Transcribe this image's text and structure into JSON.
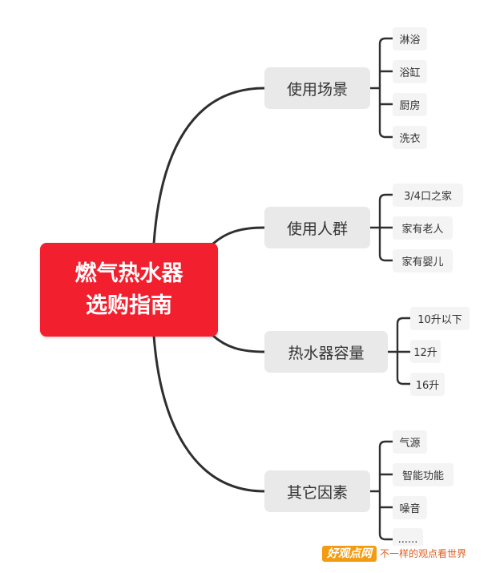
{
  "central": {
    "line1": "燃气热水器",
    "line2": "选购指南"
  },
  "branches": [
    {
      "label": "使用场景",
      "leaves": [
        "淋浴",
        "浴缸",
        "厨房",
        "洗衣"
      ]
    },
    {
      "label": "使用人群",
      "leaves": [
        "3/4口之家",
        "家有老人",
        "家有婴儿"
      ]
    },
    {
      "label": "热水器容量",
      "leaves": [
        "10升以下",
        "12升",
        "16升"
      ]
    },
    {
      "label": "其它因素",
      "leaves": [
        "气源",
        "智能功能",
        "噪音",
        "......"
      ]
    }
  ],
  "watermark": {
    "brand": "好观点网",
    "slogan": "不一样的观点看世界"
  },
  "colors": {
    "central_node": "#f2202e",
    "branch_node": "#e9e9e9",
    "leaf_node": "#f4f4f4",
    "connector": "#2f2f2f",
    "watermark_brand": "#f39c12",
    "watermark_slogan": "#e25a1c"
  }
}
